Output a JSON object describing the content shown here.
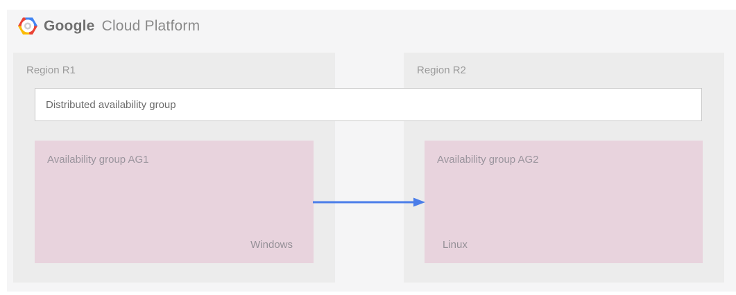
{
  "header": {
    "logo_name": "google-cloud-platform-logo",
    "brand_primary": "Google",
    "brand_secondary": "Cloud Platform"
  },
  "diagram": {
    "distributed_group_label": "Distributed availability group",
    "regions": [
      {
        "label": "Region R1",
        "availability_group": "Availability group AG1",
        "os": "Windows"
      },
      {
        "label": "Region R2",
        "availability_group": "Availability group AG2",
        "os": "Linux"
      }
    ],
    "arrow": {
      "direction": "left-to-right",
      "color": "#4a7de9"
    }
  },
  "colors": {
    "canvas_bg": "#f5f5f6",
    "region_bg": "#ececec",
    "availability_group_bg": "#e8d3dd",
    "dist_box_border": "#c9c9c9",
    "arrow_blue": "#4a7de9",
    "logo_red": "#ea4335",
    "logo_yellow": "#fbbc05",
    "logo_blue": "#4285f4"
  }
}
